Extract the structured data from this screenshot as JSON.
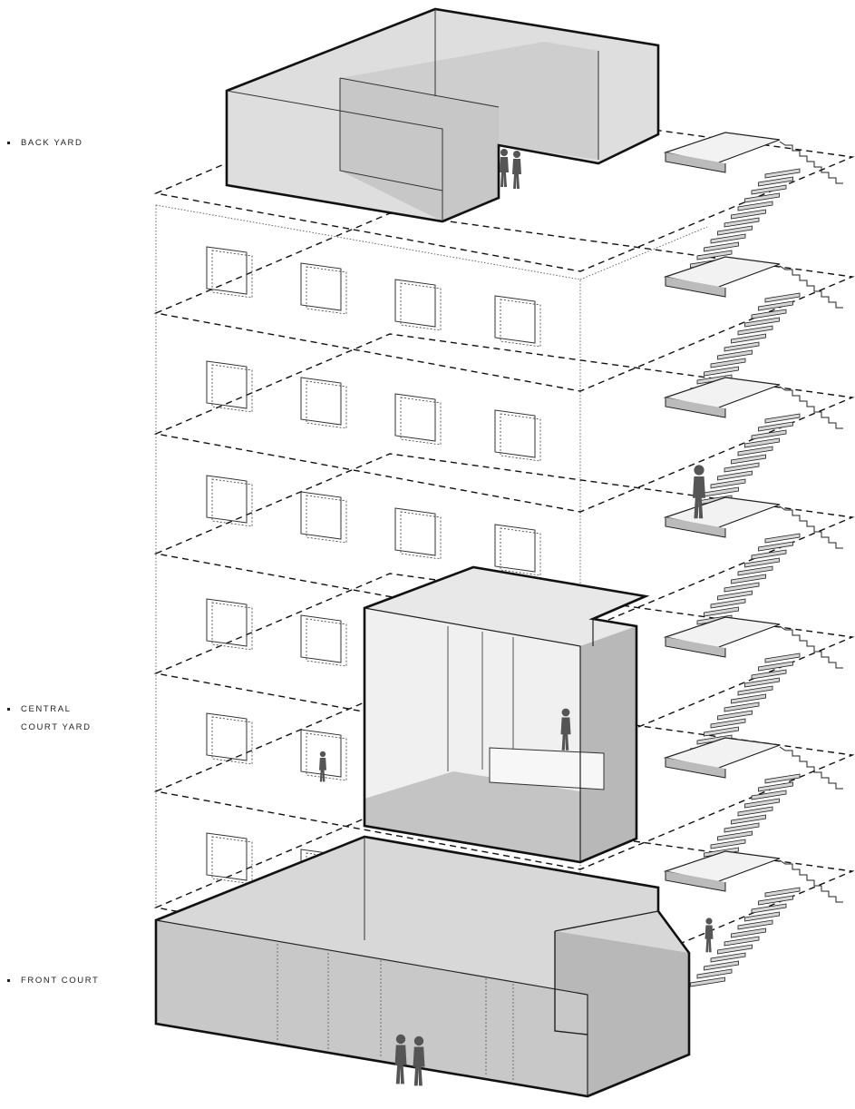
{
  "labels": {
    "back_yard": "BACK YARD",
    "central_line1": "CENTRAL",
    "central_line2": "COURT YARD",
    "front_court": "FRONT COURT"
  },
  "colors": {
    "stroke": "#1a1a1a",
    "fill_light": "#e4e4e4",
    "fill_mid": "#cfcfcf",
    "fill_dark": "#b4b4b4",
    "person": "#555555"
  },
  "icons": [
    "person-figure-icon",
    "stair-icon"
  ]
}
